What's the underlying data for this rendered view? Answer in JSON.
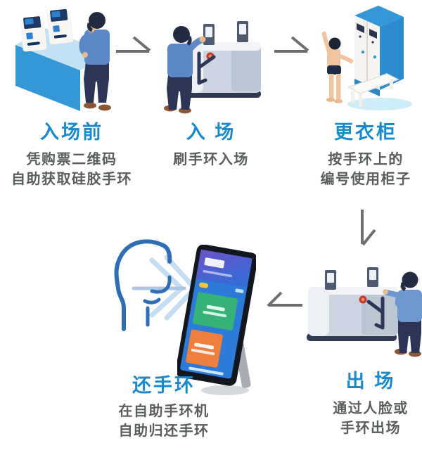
{
  "infographic": {
    "name": "swim-venue-wristband-entry-flow",
    "background": "#ffffff"
  },
  "steps": [
    {
      "id": "before-entry",
      "title": "入场前",
      "desc_lines": [
        "凭购票二维码",
        "自助获取硅胶手环"
      ],
      "illustration": "wristband-kiosk-counter"
    },
    {
      "id": "entry",
      "title": "入 场",
      "desc_lines": [
        "刷手环入场"
      ],
      "illustration": "turnstile-gate-entry"
    },
    {
      "id": "locker",
      "title": "更衣柜",
      "desc_lines": [
        "按手环上的",
        "编号使用柜子"
      ],
      "illustration": "changing-lockers-with-bench"
    },
    {
      "id": "return-wristband",
      "title": "还手环",
      "desc_lines": [
        "在自助手环机",
        "自助归还手环"
      ],
      "illustration": "face-scan-and-kiosk-screen"
    },
    {
      "id": "exit",
      "title": "出 场",
      "desc_lines": [
        "通过人脸或",
        "手环出场"
      ],
      "illustration": "turnstile-gate-exit"
    }
  ],
  "icons": {
    "arrow_right": "→",
    "arrow_down": "↓",
    "arrow_left": "←"
  },
  "colors": {
    "title_blue": "#1789cf",
    "desc_gray": "#595e5c",
    "arrow_gray": "#6e6e6e",
    "counter_blue": "#3598d6",
    "locker_side_blue": "#2c8bcd",
    "machine_gray": "#ccd5e1",
    "machine_base_navy": "#2e3952",
    "button_red": "#c63a2e",
    "screen_blue": "#2d7bd8",
    "tile_green": "#35b277",
    "tile_orange": "#ef7f3d",
    "badge_yellow": "#f3c53d",
    "figure_shirt_blue": "#5d88c8",
    "figure_pants_navy": "#2c3555",
    "figure_shoe_brown": "#8a5836",
    "skin": "#f0c49e",
    "face_outline_blue": "#2f6db5",
    "scan_chevron_blue": "#c4ddf2",
    "ground_shadow_cyan": "#cdeef8"
  }
}
